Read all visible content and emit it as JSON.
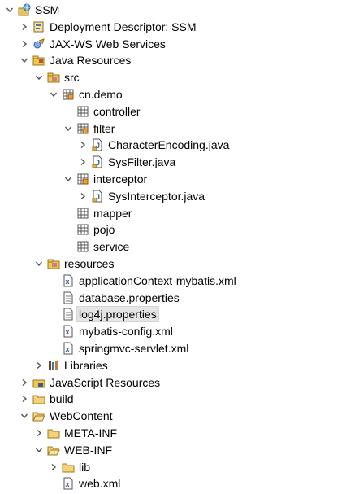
{
  "tree": {
    "items": [
      {
        "label": "SSM",
        "level": 0,
        "arrow": "expanded",
        "icon": "web-project-icon"
      },
      {
        "label": "Deployment Descriptor: SSM",
        "level": 1,
        "arrow": "collapsed",
        "icon": "deployment-descriptor-icon"
      },
      {
        "label": "JAX-WS Web Services",
        "level": 1,
        "arrow": "collapsed",
        "icon": "web-services-icon"
      },
      {
        "label": "Java Resources",
        "level": 1,
        "arrow": "expanded",
        "icon": "java-resources-icon"
      },
      {
        "label": "src",
        "level": 2,
        "arrow": "expanded",
        "icon": "source-folder-icon"
      },
      {
        "label": "cn.demo",
        "level": 3,
        "arrow": "expanded",
        "icon": "package-icon"
      },
      {
        "label": "controller",
        "level": 4,
        "arrow": "none",
        "icon": "empty-package-icon"
      },
      {
        "label": "filter",
        "level": 4,
        "arrow": "expanded",
        "icon": "package-icon"
      },
      {
        "label": "CharacterEncoding.java",
        "level": 5,
        "arrow": "collapsed",
        "icon": "java-file-icon"
      },
      {
        "label": "SysFilter.java",
        "level": 5,
        "arrow": "collapsed",
        "icon": "java-file-icon"
      },
      {
        "label": "interceptor",
        "level": 4,
        "arrow": "expanded",
        "icon": "package-icon"
      },
      {
        "label": "SysInterceptor.java",
        "level": 5,
        "arrow": "collapsed",
        "icon": "java-file-icon"
      },
      {
        "label": "mapper",
        "level": 4,
        "arrow": "none",
        "icon": "empty-package-icon"
      },
      {
        "label": "pojo",
        "level": 4,
        "arrow": "none",
        "icon": "empty-package-icon"
      },
      {
        "label": "service",
        "level": 4,
        "arrow": "none",
        "icon": "empty-package-icon"
      },
      {
        "label": "resources",
        "level": 2,
        "arrow": "expanded",
        "icon": "source-folder-icon"
      },
      {
        "label": "applicationContext-mybatis.xml",
        "level": 3,
        "arrow": "none",
        "icon": "xml-file-icon"
      },
      {
        "label": "database.properties",
        "level": 3,
        "arrow": "none",
        "icon": "properties-file-icon"
      },
      {
        "label": "log4j.properties",
        "level": 3,
        "arrow": "none",
        "icon": "properties-file-icon",
        "selected": true
      },
      {
        "label": "mybatis-config.xml",
        "level": 3,
        "arrow": "none",
        "icon": "xml-file-icon"
      },
      {
        "label": "springmvc-servlet.xml",
        "level": 3,
        "arrow": "none",
        "icon": "xml-file-icon"
      },
      {
        "label": "Libraries",
        "level": 2,
        "arrow": "collapsed",
        "icon": "libraries-icon"
      },
      {
        "label": "JavaScript Resources",
        "level": 1,
        "arrow": "collapsed",
        "icon": "javascript-resources-icon"
      },
      {
        "label": "build",
        "level": 1,
        "arrow": "collapsed",
        "icon": "folder-icon"
      },
      {
        "label": "WebContent",
        "level": 1,
        "arrow": "expanded",
        "icon": "folder-open-icon"
      },
      {
        "label": "META-INF",
        "level": 2,
        "arrow": "collapsed",
        "icon": "folder-icon"
      },
      {
        "label": "WEB-INF",
        "level": 2,
        "arrow": "expanded",
        "icon": "folder-open-icon"
      },
      {
        "label": "lib",
        "level": 3,
        "arrow": "collapsed",
        "icon": "folder-icon"
      },
      {
        "label": "web.xml",
        "level": 3,
        "arrow": "none",
        "icon": "xml-file-icon"
      }
    ]
  }
}
